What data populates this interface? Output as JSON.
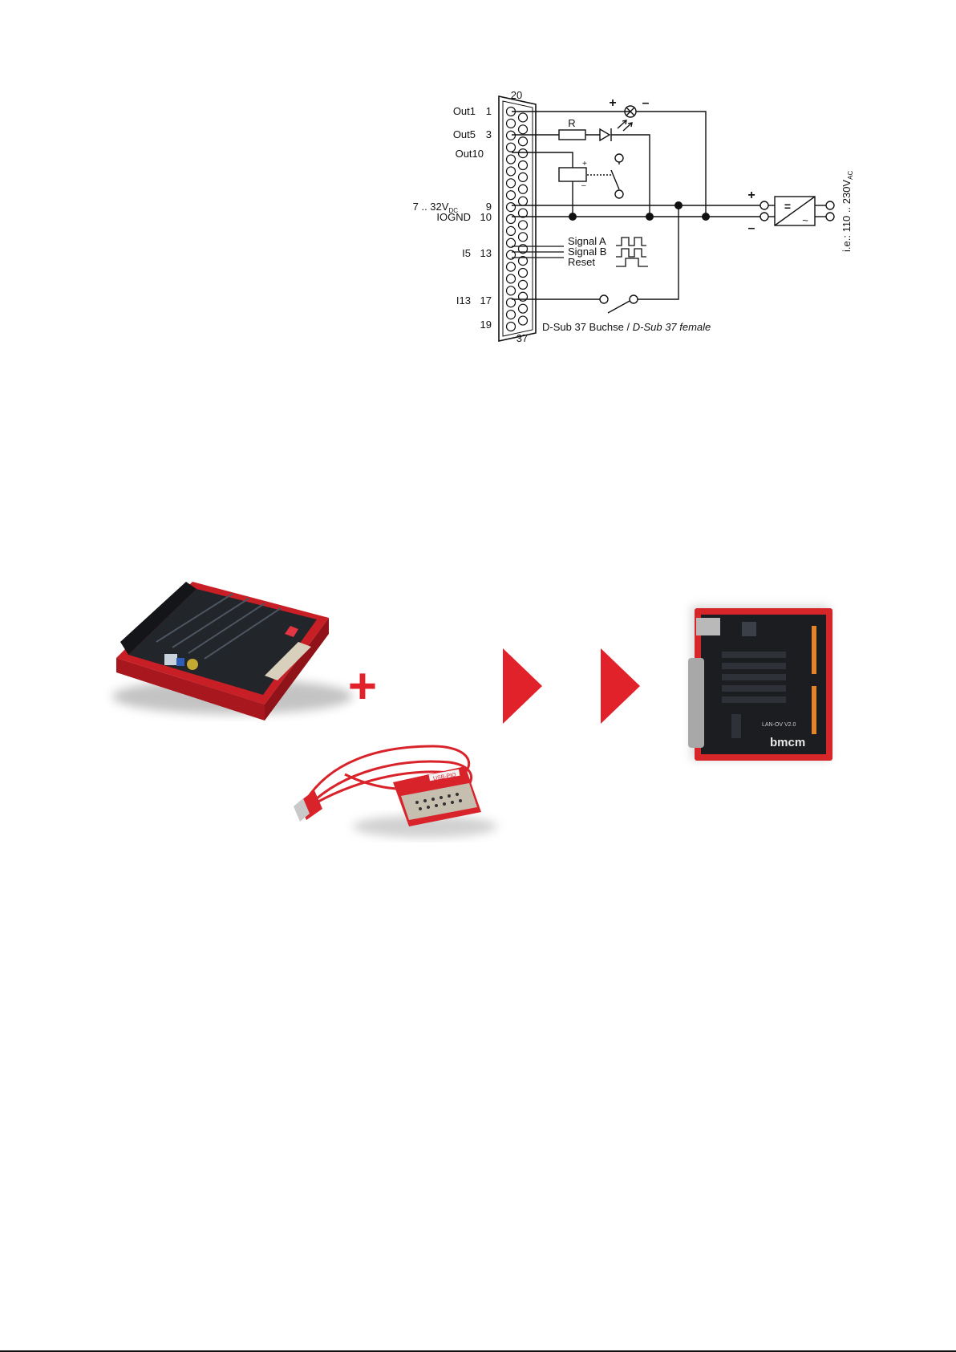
{
  "schematic": {
    "connector": {
      "top_pin": "20",
      "bottom_pin": "37",
      "left_bottom_pin": "19",
      "caption_regular": "D-Sub 37 Buchse / ",
      "caption_italic": "D-Sub 37 female"
    },
    "pins": [
      {
        "name": "Out1",
        "number": "1"
      },
      {
        "name": "Out5",
        "number": "3"
      },
      {
        "name": "Out10",
        "number": ""
      },
      {
        "name": "7 .. 32V",
        "sub": "DC",
        "number": "9"
      },
      {
        "name": "IOGND",
        "number": "10"
      },
      {
        "name": "I5",
        "number": "13"
      },
      {
        "name": "I13",
        "number": "17"
      }
    ],
    "resistor_label": "R",
    "polarity": {
      "plus": "+",
      "minus": "–"
    },
    "signals": [
      "Signal A",
      "Signal B",
      "Reset"
    ],
    "supply": {
      "label": "i.e.: 110 .. 230V",
      "sub": "AC",
      "plus": "+",
      "minus": "–",
      "dc_symbol": "=",
      "ac_symbol": "~"
    }
  },
  "photos": {
    "plus_sign": "+",
    "usb_cable_label": "USB-PIO",
    "brand_logo": "bmcm",
    "board_label": "LAN-OV V2.0"
  },
  "colors": {
    "accent_red": "#e2222b",
    "case_red": "#d7262a",
    "pcb_black": "#1c1d20",
    "line": "#111111"
  }
}
